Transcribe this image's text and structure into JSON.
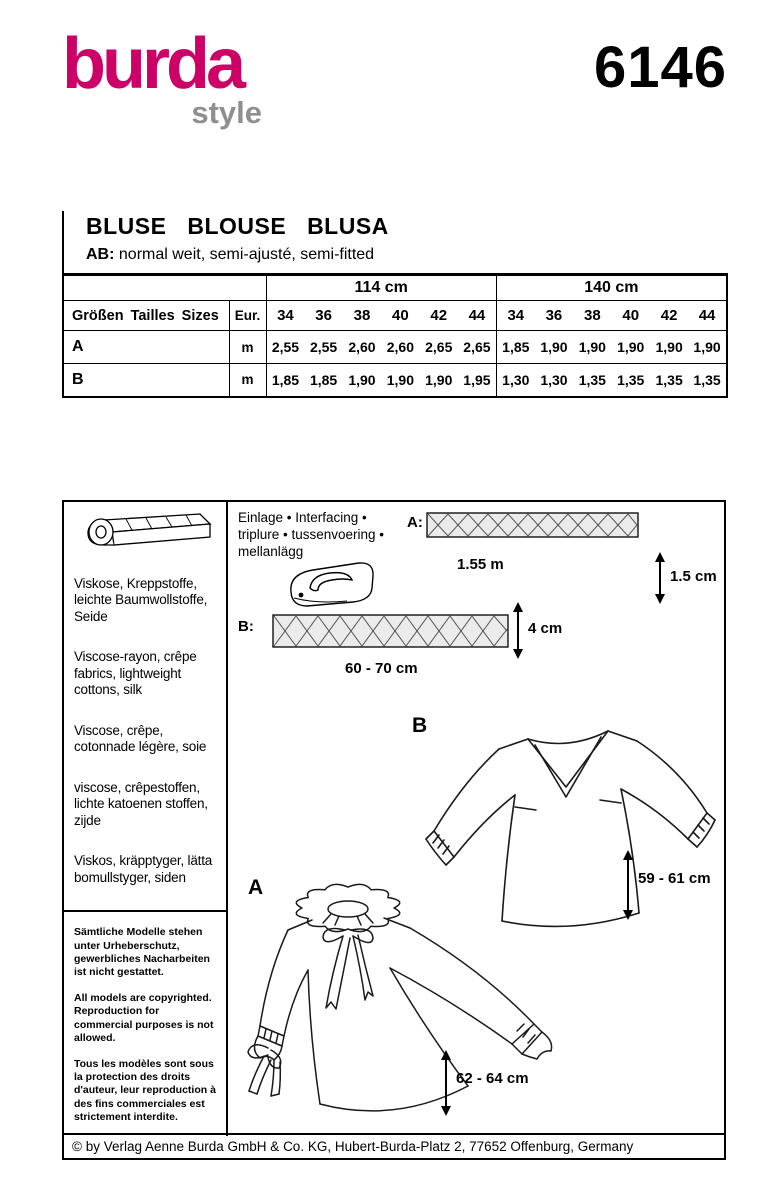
{
  "colors": {
    "brand_pink": "#cc0066",
    "brand_gray": "#8f8f8f",
    "ink": "#000000"
  },
  "header": {
    "brand": "burda",
    "brand_sub": "style",
    "pattern_number": "6146"
  },
  "title": {
    "garment": "BLUSE BLOUSE BLUSA",
    "fit_label": "AB:",
    "fit_text": "normal weit, semi-ajusté, semi-fitted"
  },
  "size_table": {
    "width_groups": [
      "114 cm",
      "140 cm"
    ],
    "row_label_header": "Größen Tailles Sizes",
    "unit_header": "Eur.",
    "sizes": [
      "34",
      "36",
      "38",
      "40",
      "42",
      "44"
    ],
    "rows": [
      {
        "label": "A",
        "unit": "m",
        "values_114": [
          "2,55",
          "2,55",
          "2,60",
          "2,60",
          "2,65",
          "2,65"
        ],
        "values_140": [
          "1,85",
          "1,90",
          "1,90",
          "1,90",
          "1,90",
          "1,90"
        ]
      },
      {
        "label": "B",
        "unit": "m",
        "values_114": [
          "1,85",
          "1,85",
          "1,90",
          "1,90",
          "1,90",
          "1,95"
        ],
        "values_140": [
          "1,30",
          "1,30",
          "1,35",
          "1,35",
          "1,35",
          "1,35"
        ]
      }
    ]
  },
  "fabrics": {
    "de": "Viskose, Kreppstoffe, leichte Baumwollstoffe, Seide",
    "en": "Viscose-rayon, crêpe fabrics, lightweight cottons, silk",
    "fr": "Viscose, crêpe, cotonnade légère, soie",
    "nl": "viscose, crêpestoffen, lichte katoenen stoffen, zijde",
    "sv": "Viskos, kräpptyger, lätta bomullstyger, siden"
  },
  "copyright_block": {
    "de": "Sämtliche Modelle stehen unter Urheberschutz, gewerbliches Nacharbeiten ist nicht gestattet.",
    "en": "All models are copyrighted. Reproduction for commercial purposes is not allowed.",
    "fr": "Tous les modèles sont sous la protection des droits d'auteur, leur reproduction à des fins commerciales est strictement interdite."
  },
  "interfacing": {
    "heading": "Einlage • Interfacing • triplure • tussenvoering • mellanlägg",
    "strip_a_label": "A:",
    "strip_a_length": "1.55 m",
    "strip_a_width": "1.5 cm",
    "strip_b_label": "B:",
    "strip_b_length": "60 - 70 cm",
    "strip_b_width": "4 cm"
  },
  "views": {
    "b_label": "B",
    "b_length": "59 - 61 cm",
    "a_label": "A",
    "a_length": "62 - 64 cm"
  },
  "icons": {
    "fabric_bolt": "fabric-bolt-icon",
    "iron": "iron-icon",
    "double_arrow": "double-arrow-icon"
  },
  "footer": "© by Verlag Aenne Burda GmbH & Co. KG, Hubert-Burda-Platz 2, 77652 Offenburg, Germany"
}
